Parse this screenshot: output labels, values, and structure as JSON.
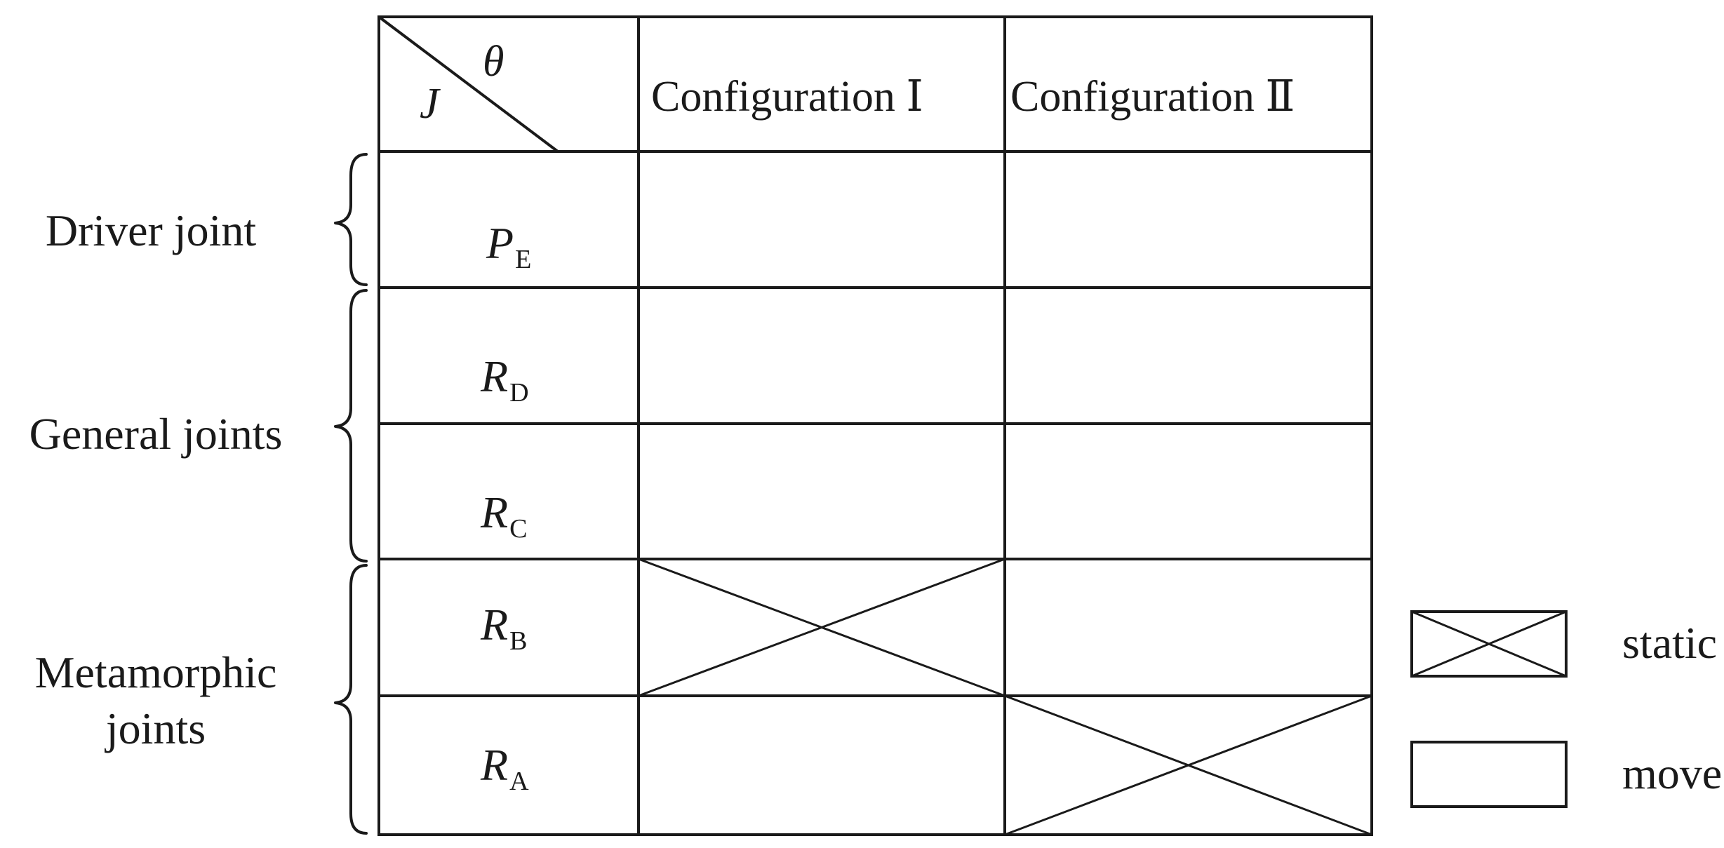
{
  "header": {
    "corner_top": "θ",
    "corner_bottom": "J",
    "columns": [
      "Configuration Ⅰ",
      "Configuration Ⅱ"
    ]
  },
  "groups": [
    {
      "label_lines": [
        "Driver joint"
      ]
    },
    {
      "label_lines": [
        "General joints"
      ]
    },
    {
      "label_lines": [
        "Metamorphic",
        "joints"
      ]
    }
  ],
  "rows": [
    {
      "joint": "P",
      "sub": "E",
      "config1": "move",
      "config2": "move"
    },
    {
      "joint": "R",
      "sub": "D",
      "config1": "move",
      "config2": "move"
    },
    {
      "joint": "R",
      "sub": "C",
      "config1": "move",
      "config2": "move"
    },
    {
      "joint": "R",
      "sub": "B",
      "config1": "static",
      "config2": "move"
    },
    {
      "joint": "R",
      "sub": "A",
      "config1": "move",
      "config2": "static"
    }
  ],
  "legend": [
    {
      "state": "static",
      "label": "static"
    },
    {
      "state": "move",
      "label": "move"
    }
  ],
  "line_color": "#1a1a1a"
}
